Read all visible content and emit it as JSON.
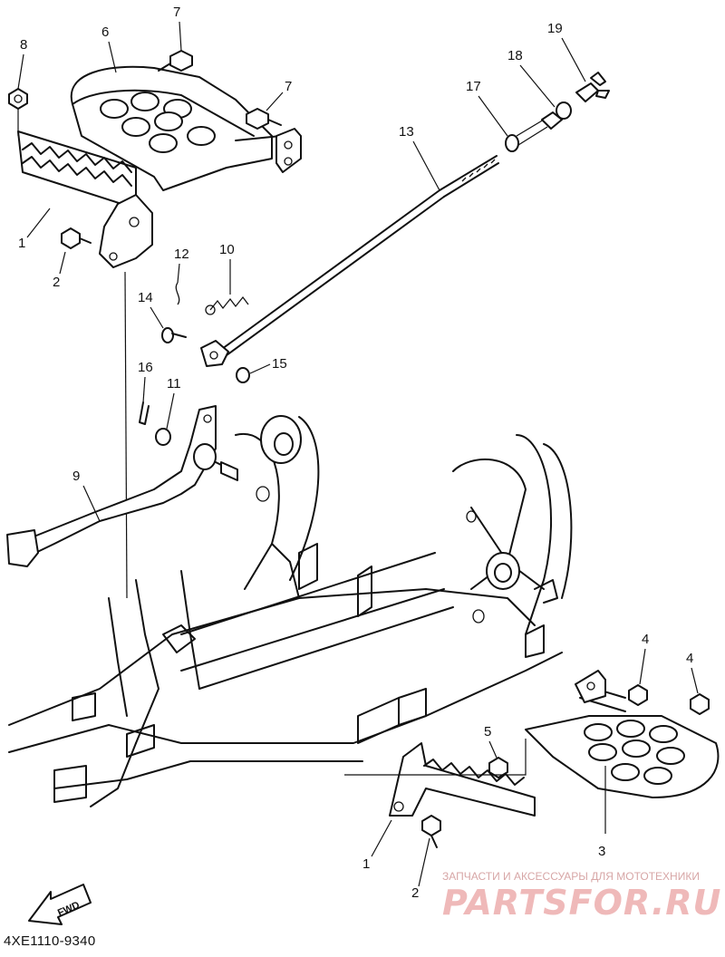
{
  "diagram": {
    "part_code": "4XE1110-9340",
    "direction_label": "FWD",
    "callouts": [
      "1",
      "1",
      "2",
      "2",
      "3",
      "4",
      "4",
      "5",
      "6",
      "7",
      "7",
      "8",
      "9",
      "10",
      "11",
      "12",
      "13",
      "14",
      "15",
      "16",
      "17",
      "18",
      "19"
    ]
  },
  "watermark": {
    "tagline": "ЗАПЧАСТИ И АКСЕССУАРЫ ДЛЯ МОТОТЕХНИКИ",
    "brand": "PARTSFOR.RU"
  }
}
